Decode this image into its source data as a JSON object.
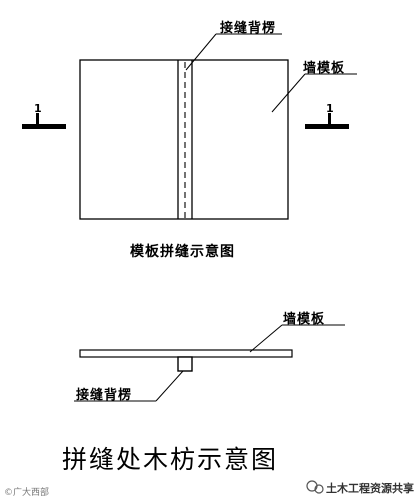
{
  "top_view": {
    "seam_label": "接缝背楞",
    "panel_label": "墙模板",
    "section_marker_left": "1",
    "section_marker_right": "1",
    "caption": "模板拼缝示意图"
  },
  "section_view": {
    "panel_label": "墙模板",
    "backing_label": "接缝背楞",
    "caption": "拼缝处木枋示意图"
  },
  "watermarks": {
    "left": "©广大西部",
    "right": "土木工程资源共享"
  }
}
